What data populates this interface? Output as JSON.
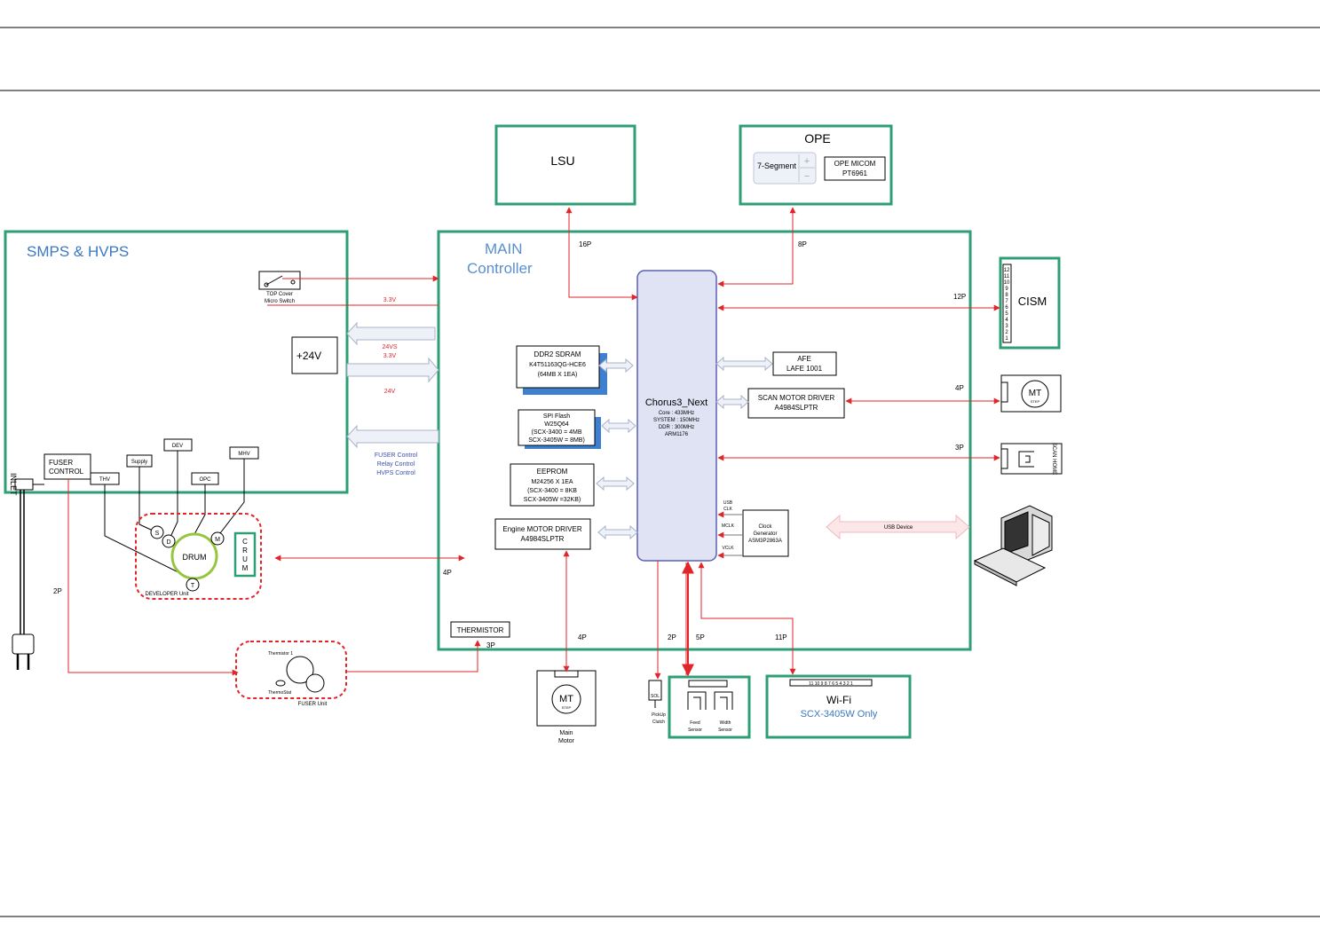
{
  "colors": {
    "module_border": "#2e9f74",
    "signal": "#e0262b",
    "smps_title": "#3a78c2",
    "main_title": "#5a8fd0",
    "wifi_sub": "#3a78c2",
    "hollow_arrow": "#b9c3d6",
    "cpu_fill": "#dfe3f3",
    "cpu_border": "#5b5fb5",
    "chip_shadow": "#3f7fcf",
    "developer_dash": "#e0262b",
    "drum_ring": "#95c63d",
    "usb_arrow": "#f3c9cc"
  },
  "modules": {
    "lsu": "LSU",
    "ope_title": "OPE",
    "ope_segment": "7-Segment",
    "ope_plus": "+",
    "ope_minus": "−",
    "ope_micom_1": "OPE MICOM",
    "ope_micom_2": "PT6961",
    "smps_title": "SMPS & HVPS",
    "main_title_1": "MAIN",
    "main_title_2": "Controller",
    "cism": "CISM",
    "cism_pins": [
      "12",
      "11",
      "10",
      "9",
      "8",
      "7",
      "6",
      "5",
      "4",
      "3",
      "2",
      "1"
    ],
    "wifi_title": "Wi-Fi",
    "wifi_sub": "SCX-3405W Only",
    "wifi_pins": "11 10 9 8 7 6 5 4 3 2 1"
  },
  "smps": {
    "switch_label_1": "TOP Cover",
    "switch_label_2": "Micro Switch",
    "plus24": "+24V",
    "fuser_control_1": "FUSER",
    "fuser_control_2": "CONTROL",
    "thv": "THV",
    "supply": "Supply",
    "dev": "DEV",
    "opc": "OPC",
    "mhv": "MHV",
    "inlet": "INLET"
  },
  "developer": {
    "drum": "DRUM",
    "s": "S",
    "d": "D",
    "m": "M",
    "t": "T",
    "crum": [
      "C",
      "R",
      "U",
      "M"
    ],
    "caption": "DEVELOPER Unit"
  },
  "fuser_unit": {
    "thermistor1": "Thermistor 1",
    "thermostat": "ThermoStat",
    "caption": "FUSER Unit"
  },
  "power_labels": {
    "v33_top": "3.3V",
    "v24vs": "24VS",
    "v33_mid": "3.3V",
    "v24": "24V",
    "fuser_ctrl": "FUSER Control",
    "relay_ctrl": "Relay Control",
    "hvps_ctrl": "HVPS Control"
  },
  "main_blocks": {
    "ddr2_1": "DDR2 SDRAM",
    "ddr2_2": "K4T51163QG-HCE6",
    "ddr2_3": "(64MB X 1EA)",
    "spi_1": "SPI Flash",
    "spi_2": "W25Q64",
    "spi_3": "(SCX-3400 = 4MB",
    "spi_4": "SCX-3405W = 8MB)",
    "eeprom_1": "EEPROM",
    "eeprom_2": "M24256 X 1EA",
    "eeprom_3": "(SCX-3400 = 8KB",
    "eeprom_4": "SCX-3405W =32KB)",
    "engine_1": "Engine  MOTOR DRIVER",
    "engine_2": "A4984SLPTR",
    "cpu_1": "Chorus3_Next",
    "cpu_2": "Core : 433MHz",
    "cpu_3": "SYSTEM : 150MHz",
    "cpu_4": "DDR : 300MHz",
    "cpu_5": "ARM1176",
    "afe_1": "AFE",
    "afe_2": "LAFE 1001",
    "scan_drv_1": "SCAN  MOTOR DRIVER",
    "scan_drv_2": "A4984SLPTR",
    "clock_1": "Clock",
    "clock_2": "Generator",
    "clock_3": "ASM3P2863A",
    "usb_clk_1": "USB",
    "usb_clk_2": "CLK",
    "mclk": "MCLK",
    "vclk": "VCLK",
    "thermistor": "THERMISTOR",
    "usb_device": "USB  Device"
  },
  "connectors": {
    "lsu_pins": "16P",
    "ope_pins": "8P",
    "cism_pins": "12P",
    "scan_motor_pins": "4P",
    "scan_home_pins": "3P",
    "crum_pins": "4P",
    "fuser_pins": "2P",
    "thermistor_pins": "3P",
    "main_motor_pins": "4P",
    "clutch_pins": "2P",
    "sensor_pins": "5P",
    "wifi_pins": "11P"
  },
  "peripherals": {
    "scan_mt": "MT",
    "scan_step": "STEP",
    "scan_home": "SCAN HOME",
    "main_mt": "MT",
    "main_step": "STEP",
    "main_motor_1": "Main",
    "main_motor_2": "Motor",
    "sol": "SOL",
    "pickup_1": "PickUp",
    "pickup_2": "Clutch",
    "feed_1": "Feed",
    "feed_2": "Sensor",
    "width_1": "Width",
    "width_2": "Sensor"
  }
}
